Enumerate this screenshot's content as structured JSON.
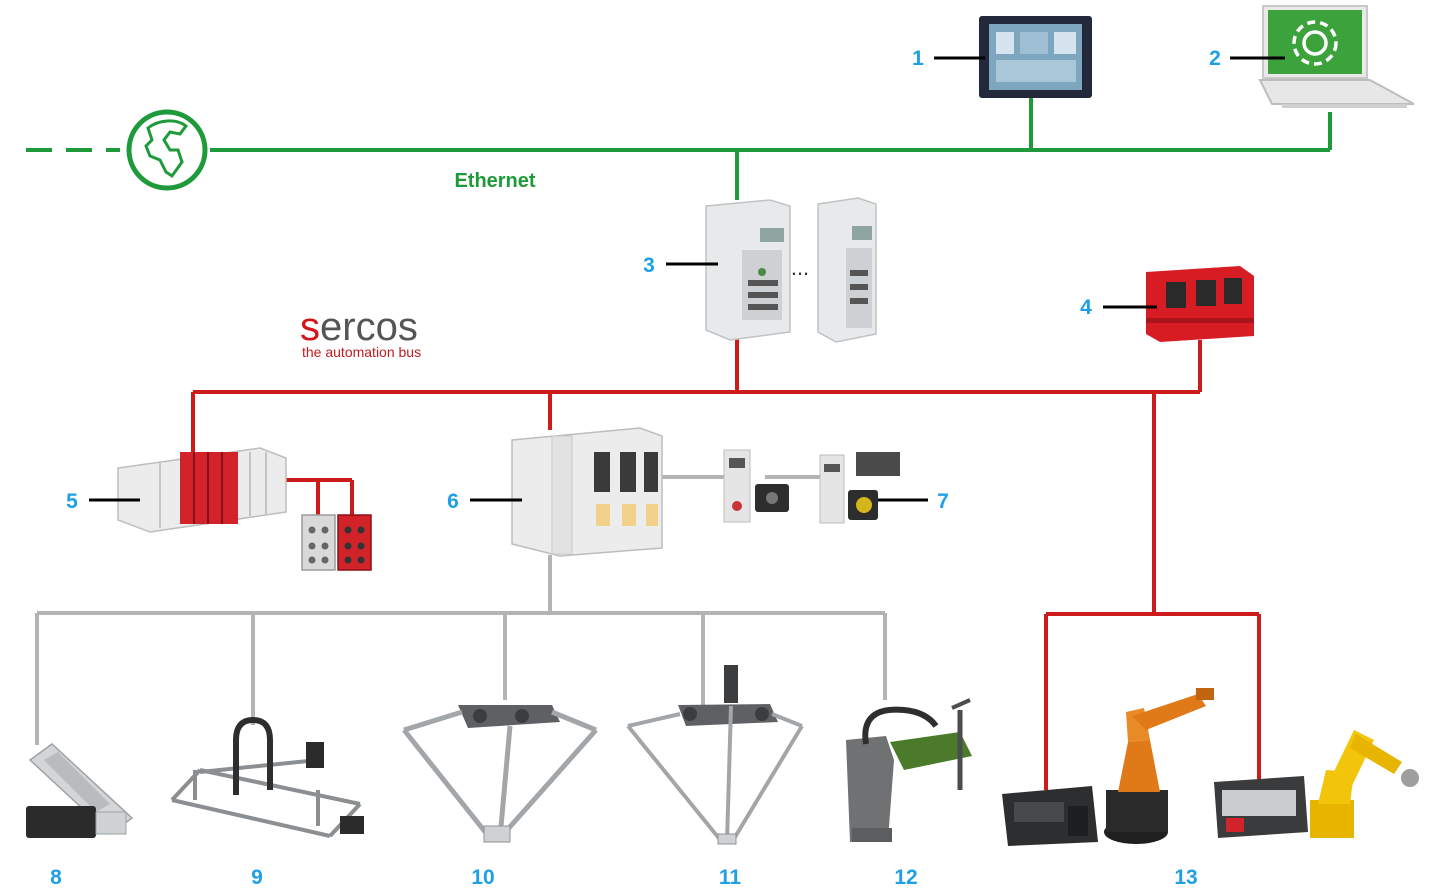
{
  "network": {
    "ethernet_label": "Ethernet",
    "ellipsis": "..."
  },
  "logo": {
    "first_letter": "s",
    "rest": "ercos",
    "tagline": "the automation bus"
  },
  "callouts": {
    "n1": "1",
    "n2": "2",
    "n3": "3",
    "n4": "4",
    "n5": "5",
    "n6": "6",
    "n7": "7",
    "n8": "8",
    "n9": "9",
    "n10": "10",
    "n11": "11",
    "n12": "12",
    "n13": "13"
  },
  "colors": {
    "ethernet": "#1f9a3a",
    "sercos": "#cc1b1b",
    "local_bus": "#b4b4b4",
    "callout": "#1fa0e6"
  },
  "icons": {
    "internet": "globe-icon",
    "engineering": "gear-icon"
  }
}
